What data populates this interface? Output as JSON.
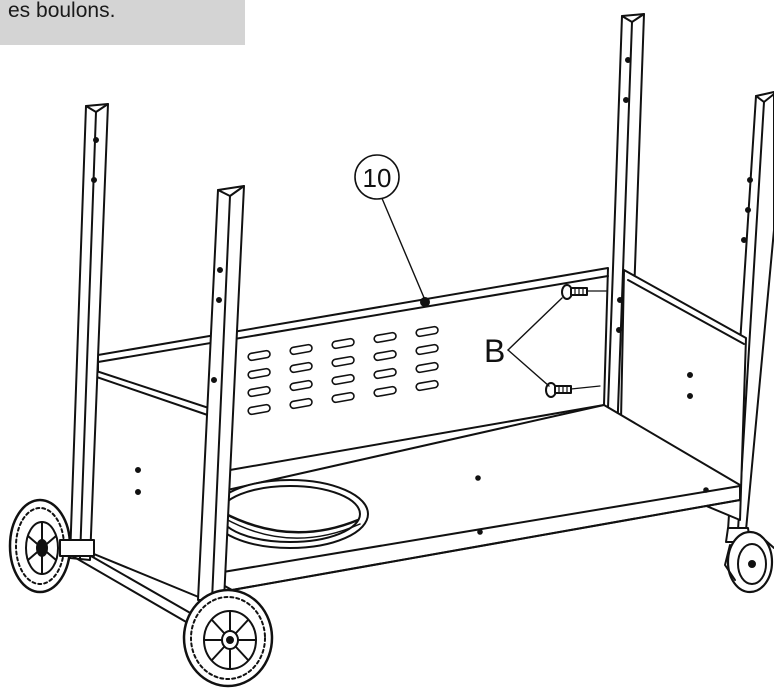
{
  "caption": {
    "text": "es boulons."
  },
  "callouts": {
    "part_number": "10",
    "hardware_letter": "B"
  },
  "colors": {
    "line": "#111111",
    "caption_background": "#d4d4d4",
    "background": "#ffffff"
  }
}
